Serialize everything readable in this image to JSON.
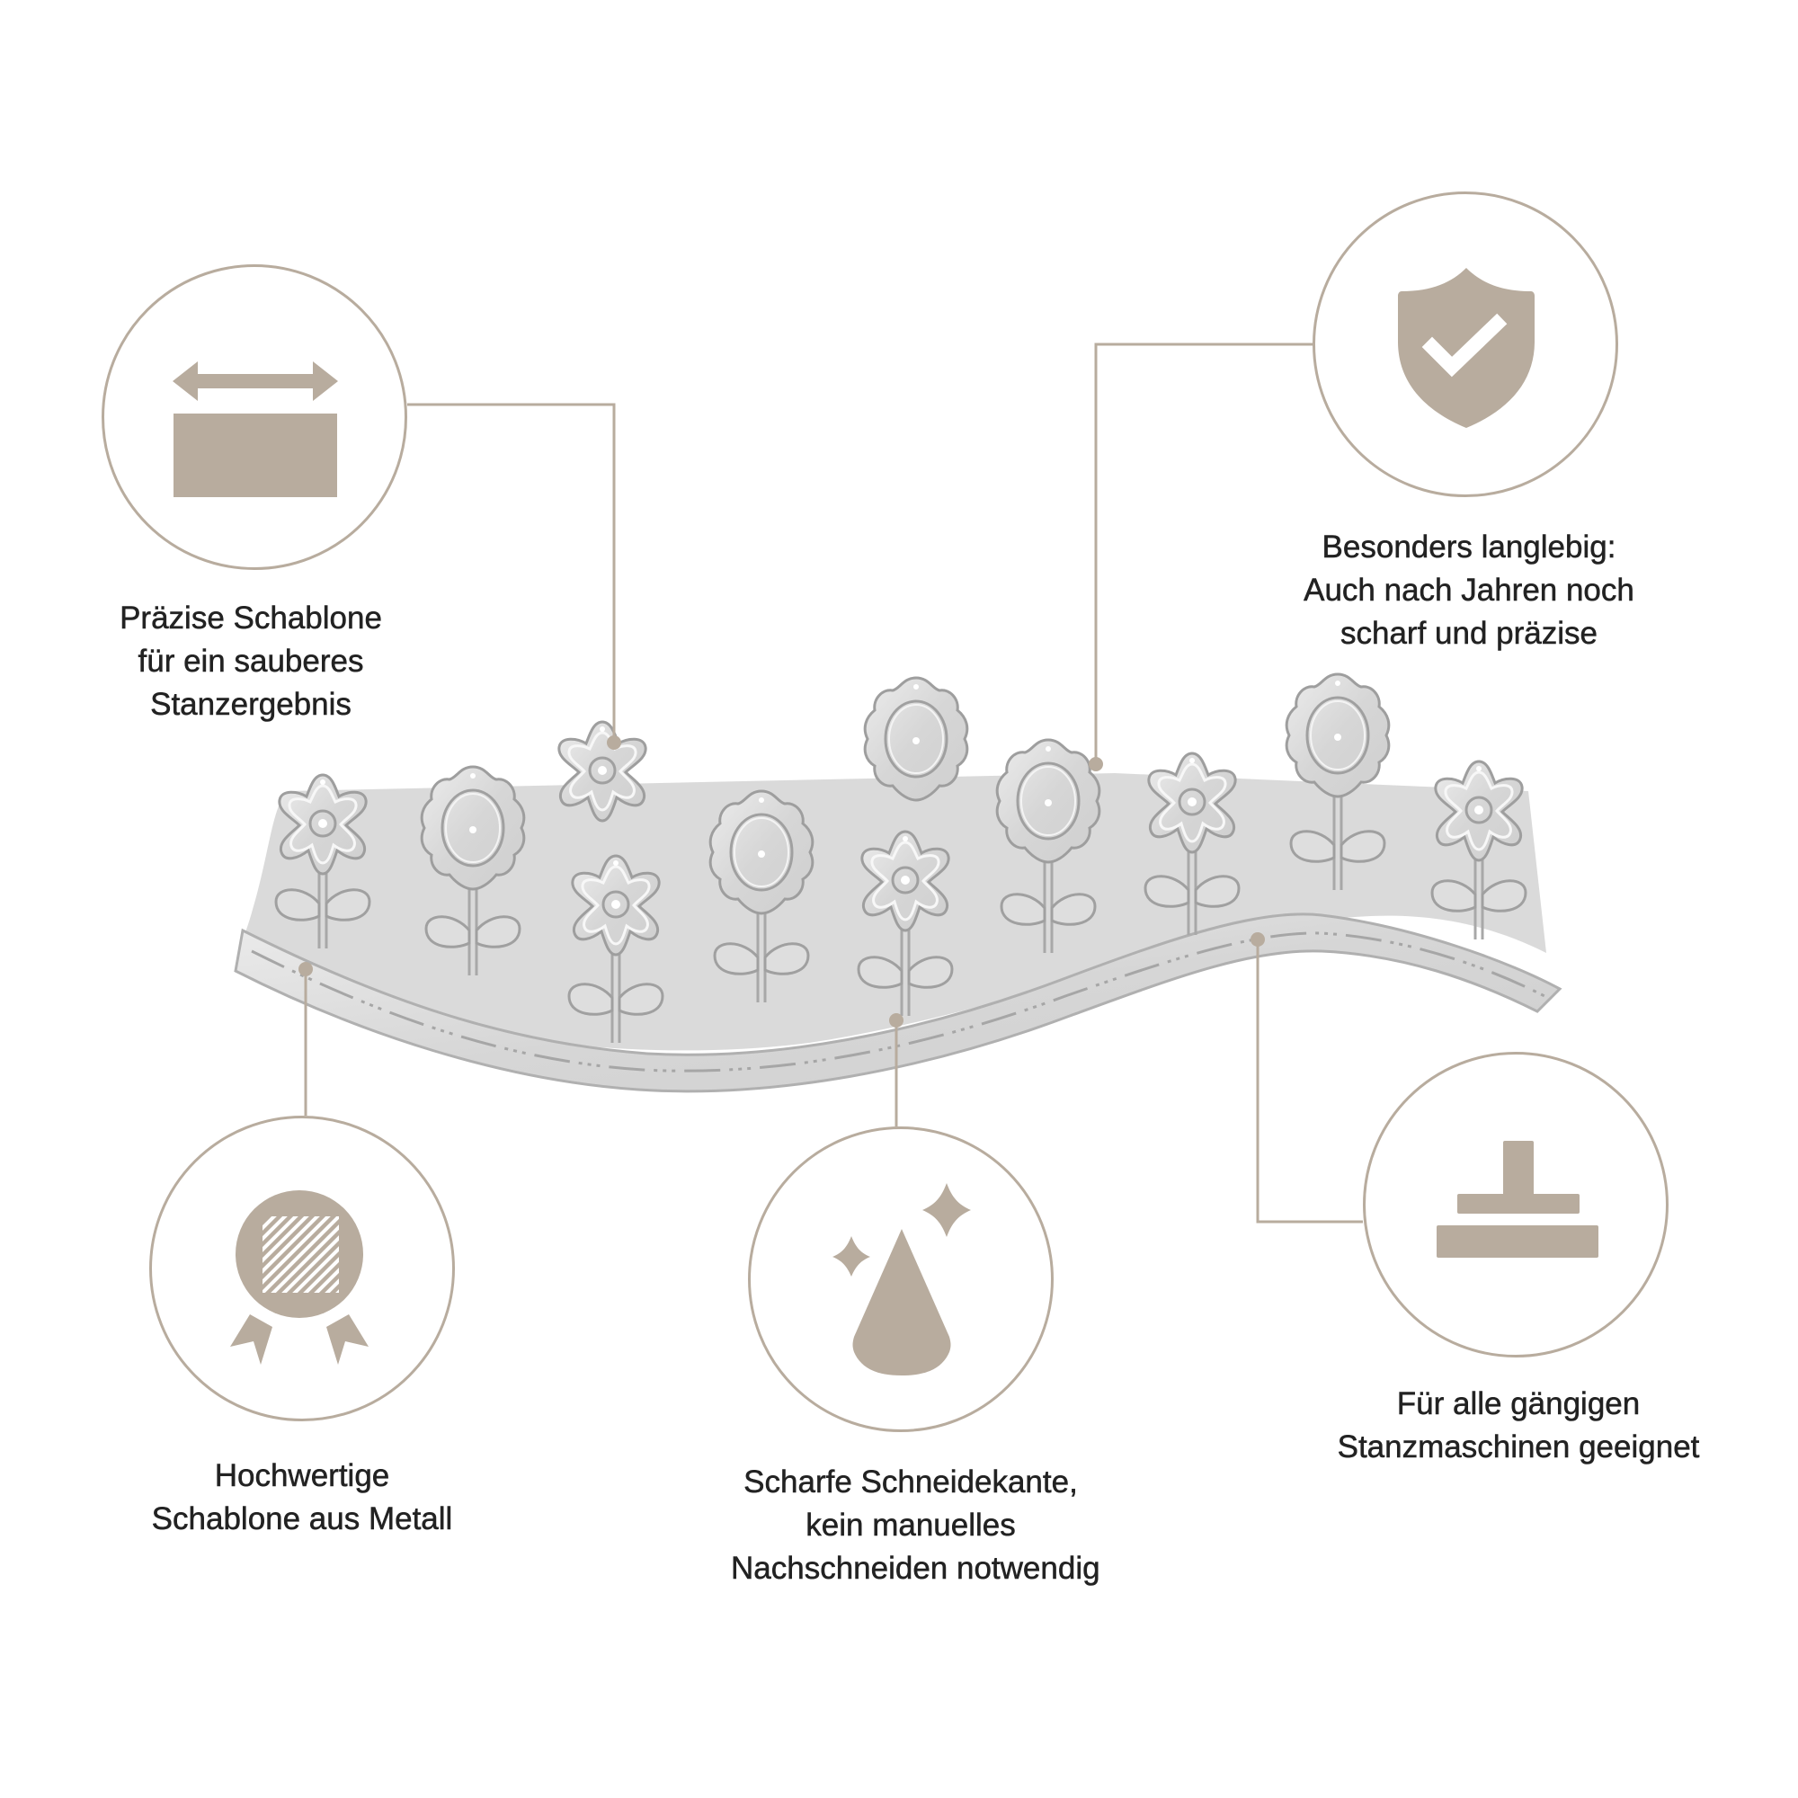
{
  "colors": {
    "accent": "#b8ac9e",
    "text": "#222222",
    "background": "#ffffff",
    "metal_light": "#e8e8e8",
    "metal_dark": "#a9a9a9"
  },
  "product": {
    "description": "Metal cutting die with flower border on a wavy band",
    "image_type": "silver-metal-stamping-die"
  },
  "features": [
    {
      "id": "precise-stencil",
      "icon": "width-arrow-icon",
      "lines": [
        "Präzise Schablone",
        "für ein sauberes",
        "Stanzergebnis"
      ]
    },
    {
      "id": "durable",
      "icon": "shield-check-icon",
      "lines": [
        "Besonders langlebig:",
        "Auch nach Jahren noch",
        "scharf und präzise"
      ]
    },
    {
      "id": "metal-quality",
      "icon": "award-medal-icon",
      "lines": [
        "Hochwertige",
        "Schablone aus Metall"
      ]
    },
    {
      "id": "sharp-edge",
      "icon": "sparkle-drop-icon",
      "lines": [
        "Scharfe Schneidekante,",
        "kein manuelles",
        "Nachschneiden notwendig"
      ]
    },
    {
      "id": "machine-compatible",
      "icon": "press-machine-icon",
      "lines": [
        "Für alle gängigen",
        "Stanzmaschinen geeignet"
      ]
    }
  ]
}
